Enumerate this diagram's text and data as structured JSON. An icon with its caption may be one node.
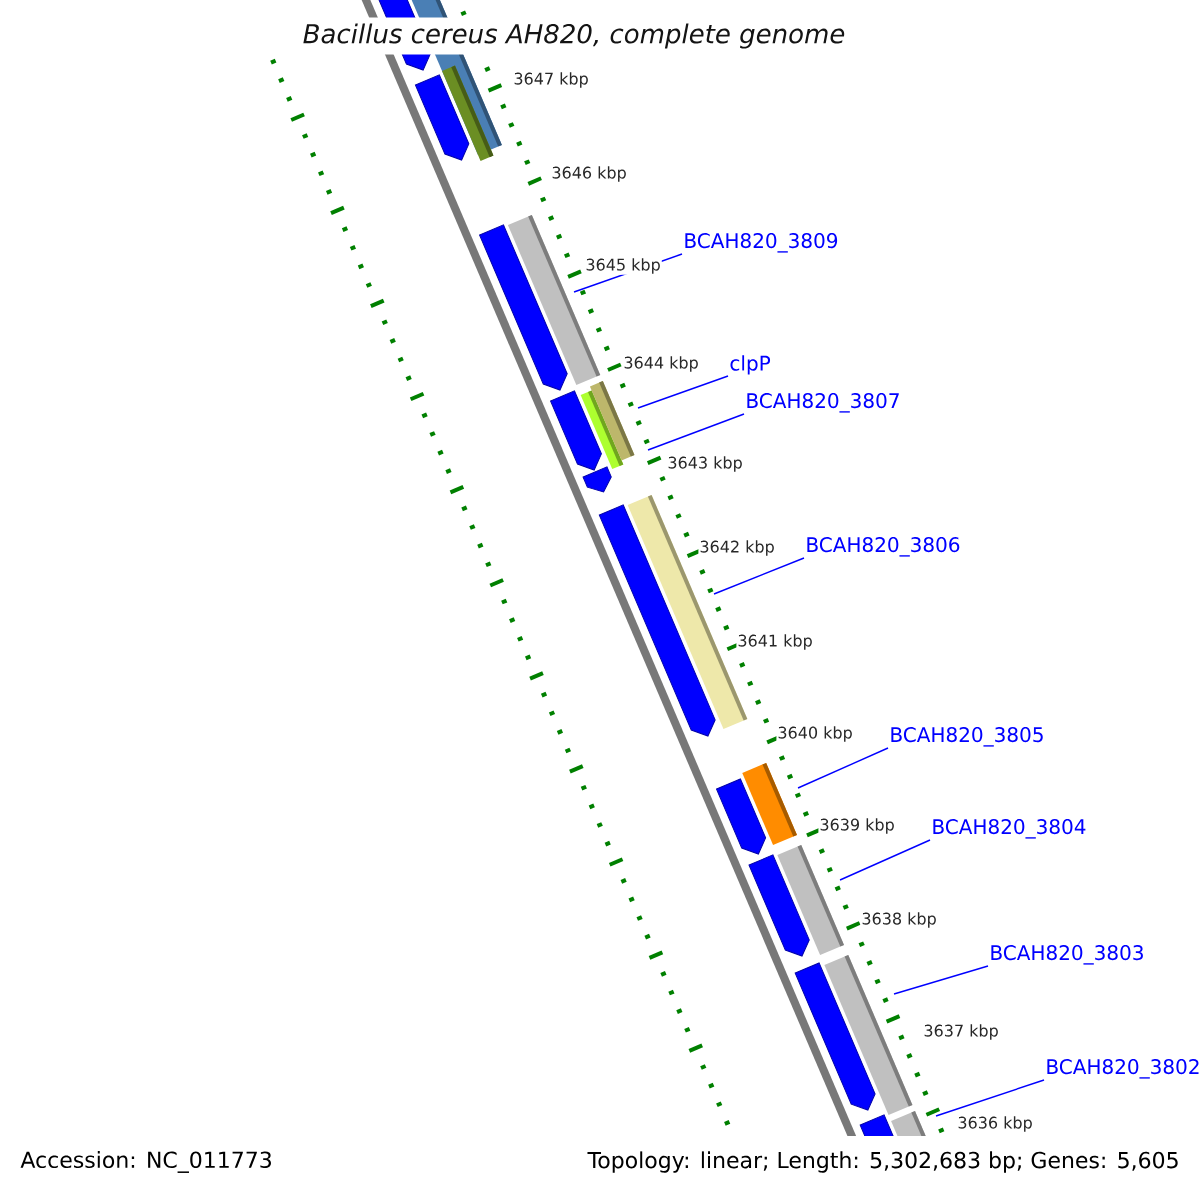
{
  "diagram": {
    "title": "Bacillus cereus AH820, complete genome",
    "nodes": [
      {
        "text": [
          "BCAH820_3809"
        ]
      },
      {
        "text": [
          "clpP"
        ]
      },
      {
        "text": [
          "BCAH820_3807"
        ]
      },
      {
        "text": [
          "BCAH820_3806"
        ]
      },
      {
        "text": [
          "BCAH820_3805"
        ]
      },
      {
        "text": [
          "BCAH820_3804"
        ]
      },
      {
        "text": [
          "BCAH820_3803"
        ]
      },
      {
        "text": [
          "BCAH820_3802"
        ]
      }
    ],
    "edges": [
      {
        "from": 0,
        "to": null,
        "arrow": "none"
      },
      {
        "from": 1,
        "to": null,
        "arrow": "none"
      },
      {
        "from": 2,
        "to": null,
        "arrow": "none"
      },
      {
        "from": 3,
        "to": null,
        "arrow": "none"
      },
      {
        "from": 4,
        "to": null,
        "arrow": "none"
      },
      {
        "from": 5,
        "to": null,
        "arrow": "none"
      },
      {
        "from": 6,
        "to": null,
        "arrow": "none"
      },
      {
        "from": 7,
        "to": null,
        "arrow": "none"
      }
    ],
    "labels": [
      "3647 kbp",
      "3646 kbp",
      "3645 kbp",
      "3644 kbp",
      "3643 kbp",
      "3642 kbp",
      "3641 kbp",
      "3640 kbp",
      "3639 kbp",
      "3638 kbp",
      "3637 kbp",
      "3636 kbp",
      "Accession: NC_011773",
      "Topology: linear; Length: 5,302,683 bp; Genes: 5,605"
    ]
  }
}
